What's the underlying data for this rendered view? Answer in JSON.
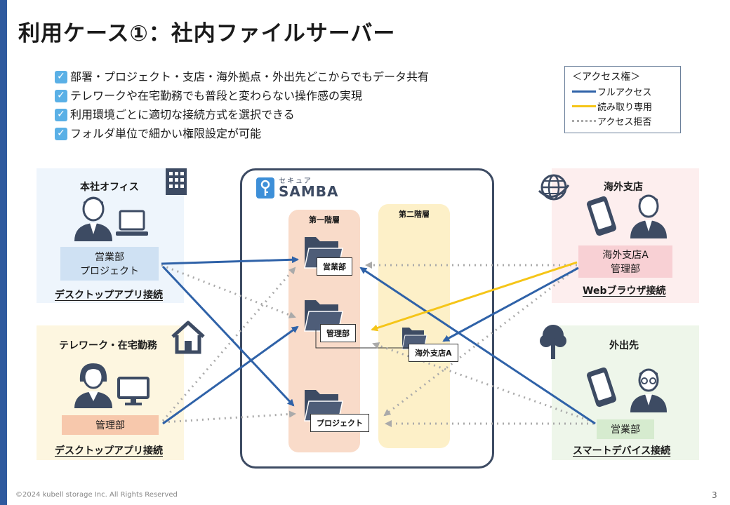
{
  "title": "利用ケース①：社内ファイルサーバー",
  "bullets": [
    "部署・プロジェクト・支店・海外拠点・外出先どこからでもデータ共有",
    "テレワークや在宅勤務でも普段と変わらない操作感の実現",
    "利用環境ごとに適切な接続方式を選択できる",
    "フォルダ単位で細かい権限設定が可能"
  ],
  "legend": {
    "title": "＜アクセス権＞",
    "full": "フルアクセス",
    "readonly": "読み取り専用",
    "denied": "アクセス拒否"
  },
  "colors": {
    "full": "#2f62a8",
    "readonly": "#f5c518",
    "denied": "#aaaaaa"
  },
  "hq": {
    "title": "本社オフィス",
    "group": [
      "営業部",
      "プロジェクト"
    ],
    "connection": "デスクトップアプリ接続"
  },
  "telework": {
    "title": "テレワーク・在宅勤務",
    "group": "管理部",
    "connection": "デスクトップアプリ接続"
  },
  "overseas": {
    "title": "海外支店",
    "group": [
      "海外支店A",
      "管理部"
    ],
    "connection": "Webブラウザ接続"
  },
  "outside": {
    "title": "外出先",
    "group": "営業部",
    "connection": "スマートデバイス接続"
  },
  "samba": {
    "logo_small": "セキュア",
    "logo_big": "SAMBA"
  },
  "tiers": {
    "first": "第一階層",
    "second": "第二階層"
  },
  "folders": {
    "sales": "営業部",
    "admin": "管理部",
    "project": "プロジェクト",
    "overseas_a": "海外支店A"
  },
  "footer": "©2024 kubell storage Inc. All Rights Reserved",
  "page_number": "3"
}
